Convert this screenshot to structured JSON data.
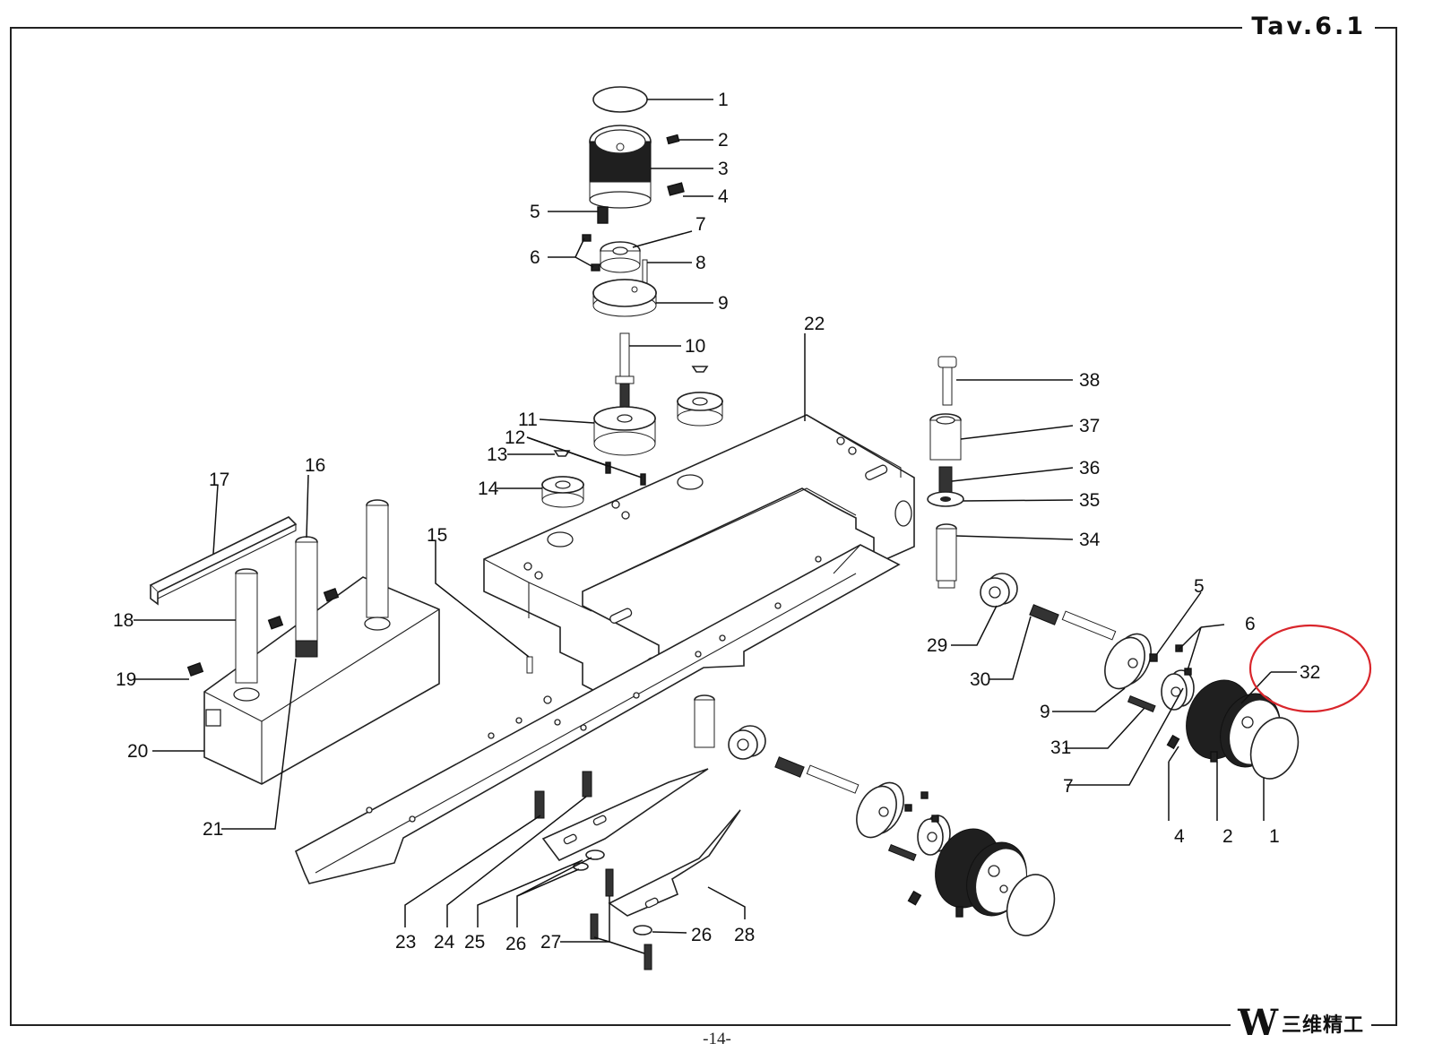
{
  "sheet": {
    "table_label": "Tav.6.1",
    "page_number": "-14-",
    "brand_mark": "W",
    "brand_name": "三维精工"
  },
  "callouts": [
    {
      "id": "top-1",
      "text": "1"
    },
    {
      "id": "top-2",
      "text": "2"
    },
    {
      "id": "top-3",
      "text": "3"
    },
    {
      "id": "top-4",
      "text": "4"
    },
    {
      "id": "top-5",
      "text": "5"
    },
    {
      "id": "top-6",
      "text": "6"
    },
    {
      "id": "top-7",
      "text": "7"
    },
    {
      "id": "top-8",
      "text": "8"
    },
    {
      "id": "top-9",
      "text": "9"
    },
    {
      "id": "top-10",
      "text": "10"
    },
    {
      "id": "c-11",
      "text": "11"
    },
    {
      "id": "c-12",
      "text": "12"
    },
    {
      "id": "c-13",
      "text": "13"
    },
    {
      "id": "c-14",
      "text": "14"
    },
    {
      "id": "c-15",
      "text": "15"
    },
    {
      "id": "c-16",
      "text": "16"
    },
    {
      "id": "c-17",
      "text": "17"
    },
    {
      "id": "c-18",
      "text": "18"
    },
    {
      "id": "c-19",
      "text": "19"
    },
    {
      "id": "c-20",
      "text": "20"
    },
    {
      "id": "c-21",
      "text": "21"
    },
    {
      "id": "c-22",
      "text": "22"
    },
    {
      "id": "c-23",
      "text": "23"
    },
    {
      "id": "c-24",
      "text": "24"
    },
    {
      "id": "c-25",
      "text": "25"
    },
    {
      "id": "c-26a",
      "text": "26"
    },
    {
      "id": "c-26b",
      "text": "26"
    },
    {
      "id": "c-27",
      "text": "27"
    },
    {
      "id": "c-28",
      "text": "28"
    },
    {
      "id": "c-29",
      "text": "29"
    },
    {
      "id": "c-30",
      "text": "30"
    },
    {
      "id": "c-31",
      "text": "31"
    },
    {
      "id": "c-32",
      "text": "32"
    },
    {
      "id": "c-34",
      "text": "34"
    },
    {
      "id": "c-35",
      "text": "35"
    },
    {
      "id": "c-36",
      "text": "36"
    },
    {
      "id": "c-37",
      "text": "37"
    },
    {
      "id": "c-38",
      "text": "38"
    },
    {
      "id": "r-5",
      "text": "5"
    },
    {
      "id": "r-6",
      "text": "6"
    },
    {
      "id": "r-9",
      "text": "9"
    },
    {
      "id": "r-7",
      "text": "7"
    },
    {
      "id": "r-4",
      "text": "4"
    },
    {
      "id": "r-2",
      "text": "2"
    },
    {
      "id": "r-1",
      "text": "1"
    }
  ],
  "highlight": {
    "target": "32",
    "color": "#d9262c"
  }
}
